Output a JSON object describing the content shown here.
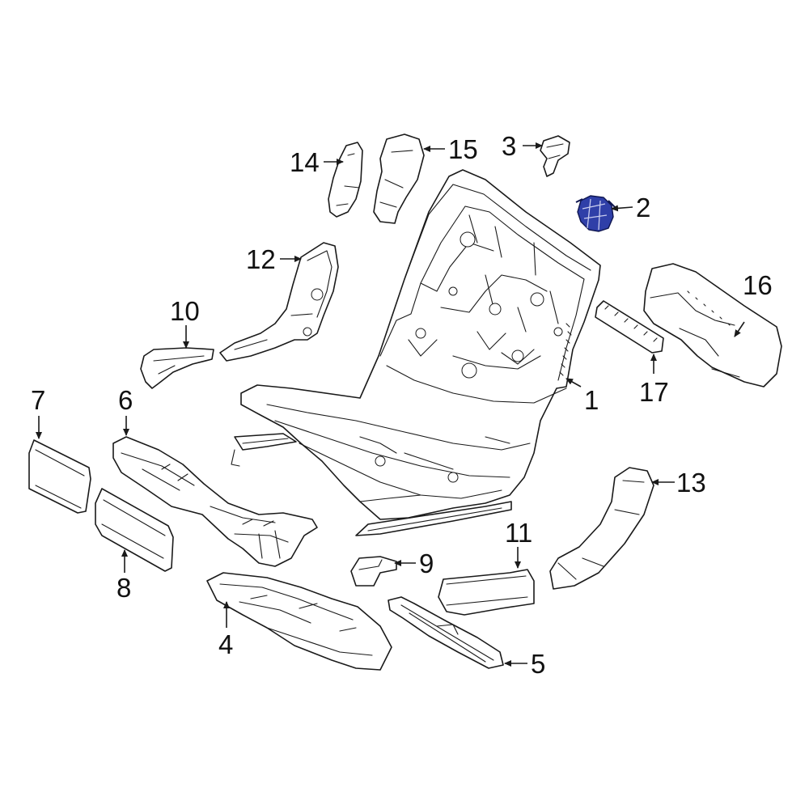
{
  "diagram": {
    "highlight_color": "#2f3fa8",
    "line_color": "#1a1a1a",
    "highlighted_part": "2",
    "callouts": {
      "c1": "1",
      "c2": "2",
      "c3": "3",
      "c4": "4",
      "c5": "5",
      "c6": "6",
      "c7": "7",
      "c8": "8",
      "c9": "9",
      "c10": "10",
      "c11": "11",
      "c12": "12",
      "c13": "13",
      "c14": "14",
      "c15": "15",
      "c16": "16",
      "c17": "17"
    }
  }
}
